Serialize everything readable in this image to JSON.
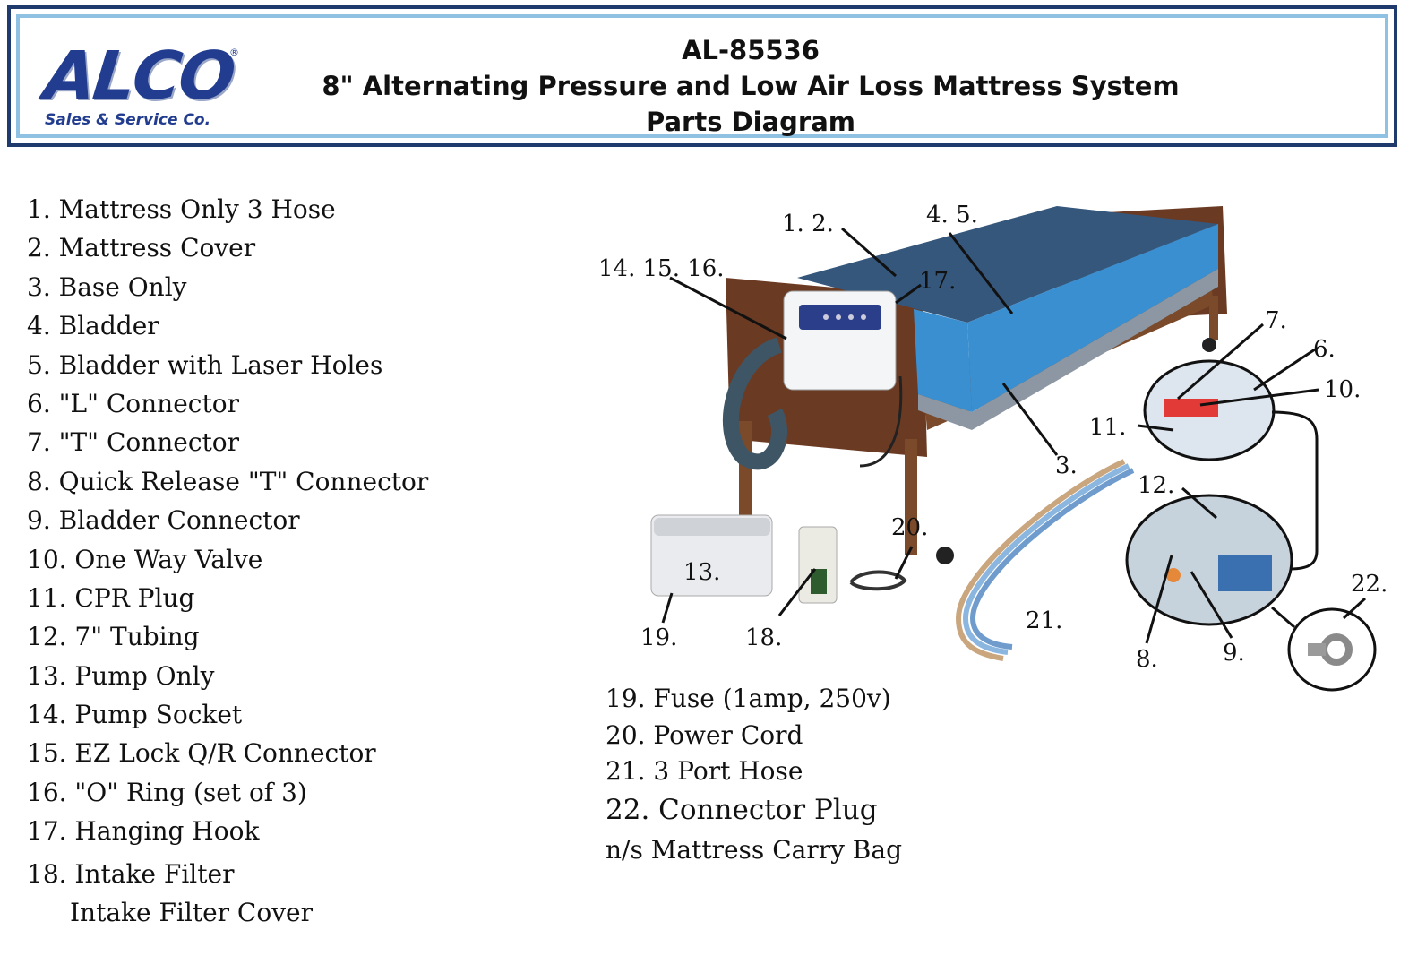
{
  "header": {
    "logo_name": "ALCO",
    "logo_reg": "®",
    "logo_sub": "Sales & Service Co.",
    "model": "AL-85536",
    "title": "8\" Alternating Pressure and Low Air Loss Mattress System",
    "subtitle": "Parts Diagram"
  },
  "parts_left": [
    "1. Mattress Only 3 Hose",
    "2. Mattress Cover",
    "3. Base Only",
    "4. Bladder",
    "5. Bladder with Laser Holes",
    "6. \"L\" Connector",
    "7. \"T\" Connector",
    "8. Quick Release \"T\" Connector",
    "9. Bladder Connector",
    "10. One Way Valve",
    "11. CPR Plug",
    "12. 7\" Tubing",
    "13. Pump Only",
    "14. Pump Socket",
    "15. EZ Lock Q/R Connector",
    "16. \"O\" Ring (set of 3)",
    "17. Hanging Hook",
    "18. Intake Filter",
    "Intake Filter Cover"
  ],
  "parts_right": [
    "19. Fuse (1amp, 250v)",
    "20. Power Cord",
    "21. 3 Port Hose",
    "22. Connector Plug",
    "n/s Mattress Carry Bag"
  ],
  "callouts": {
    "c1": "1. 2.",
    "c2": "4. 5.",
    "c3": "14. 15. 16.",
    "c4": "17.",
    "c5": "7.",
    "c6": "6.",
    "c7": "10.",
    "c8": "11.",
    "c9": "3.",
    "c10": "12.",
    "c11": "20.",
    "c12": "13.",
    "c13": "19.",
    "c14": "18.",
    "c15": "21.",
    "c16": "22.",
    "c17": "8.",
    "c18": "9."
  },
  "colors": {
    "header_border_outer": "#1f3b6e",
    "header_border_inner": "#8fc1e3",
    "logo_blue": "#223d8f",
    "bladder_blue": "#3a8fd0",
    "bed_wood": "#6b3a22",
    "mattress_cover": "#35577c"
  }
}
